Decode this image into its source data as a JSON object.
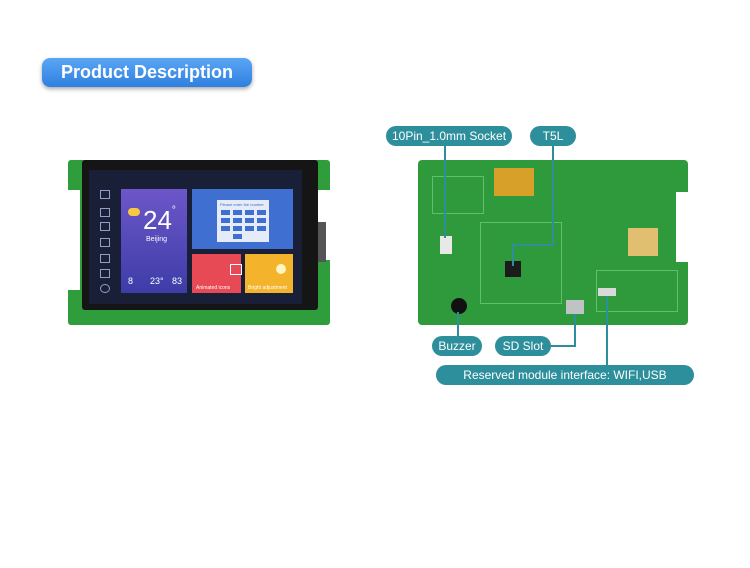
{
  "header": {
    "title": "Product Description"
  },
  "front_ui": {
    "temperature": "24",
    "degree": "°",
    "city": "Beijing",
    "stat1": "8",
    "stat2": "23°",
    "stat3": "83",
    "keypad_caption": "Please enter the number",
    "tile_animated": "Animated icons",
    "tile_bright": "Bright adjustment"
  },
  "callouts": {
    "socket": "10Pin_1.0mm Socket",
    "t5l": "T5L",
    "buzzer": "Buzzer",
    "sd_slot": "SD Slot",
    "reserved": "Reserved module interface: WIFI,USB"
  },
  "colors": {
    "pcb_green": "#2f9d3c",
    "callout_teal": "#2d8f9b",
    "title_blue": "#3a8ee8"
  }
}
